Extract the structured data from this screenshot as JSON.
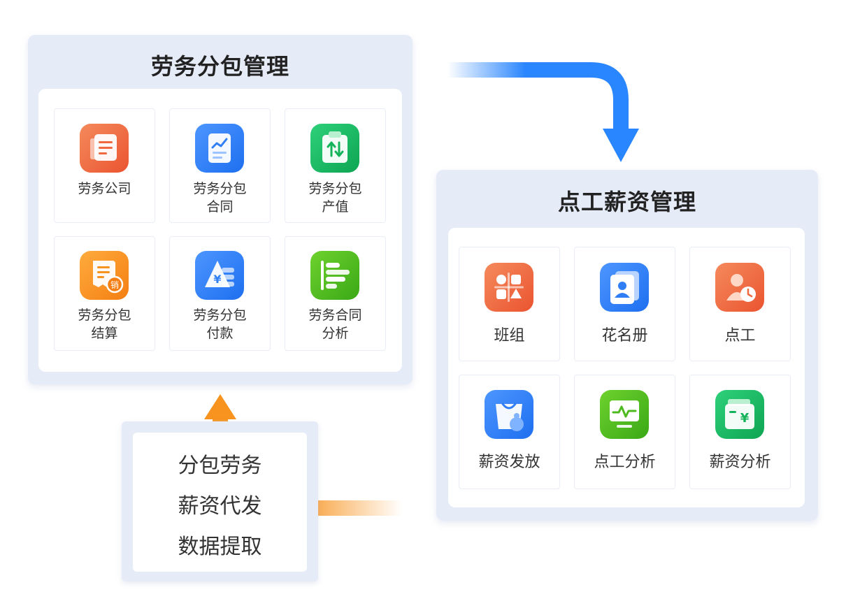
{
  "left_panel": {
    "title": "劳务分包管理",
    "items": [
      {
        "label": "劳务公司",
        "icon": "document-icon",
        "color": "#ef6a3e"
      },
      {
        "label": "劳务分包\n合同",
        "icon": "contract-chart-icon",
        "color": "#2f7ef5"
      },
      {
        "label": "劳务分包\n产值",
        "icon": "clipboard-sort-icon",
        "color": "#16b45a"
      },
      {
        "label": "劳务分包\n结算",
        "icon": "receipt-sale-icon",
        "color": "#f7931e"
      },
      {
        "label": "劳务分包\n付款",
        "icon": "yuan-payment-icon",
        "color": "#2f7ef5"
      },
      {
        "label": "劳务合同\n分析",
        "icon": "bar-chart-icon",
        "color": "#4dbb1f"
      }
    ],
    "badge_text": "销"
  },
  "right_panel": {
    "title": "点工薪资管理",
    "items": [
      {
        "label": "班组",
        "icon": "team-grid-icon",
        "color": "#ef6a3e"
      },
      {
        "label": "花名册",
        "icon": "roster-icon",
        "color": "#2f7ef5"
      },
      {
        "label": "点工",
        "icon": "worker-clock-icon",
        "color": "#ef6a3e"
      },
      {
        "label": "薪资发放",
        "icon": "salary-bag-icon",
        "color": "#2f7ef5"
      },
      {
        "label": "点工分析",
        "icon": "monitor-chart-icon",
        "color": "#4dbb1f"
      },
      {
        "label": "薪资分析",
        "icon": "wallet-yuan-icon",
        "color": "#16b45a"
      }
    ]
  },
  "features": {
    "items": [
      "分包劳务",
      "薪资代发",
      "数据提取"
    ]
  },
  "colors": {
    "blue_arrow": "#2a86ff",
    "orange_arrow": "#f7931e"
  }
}
